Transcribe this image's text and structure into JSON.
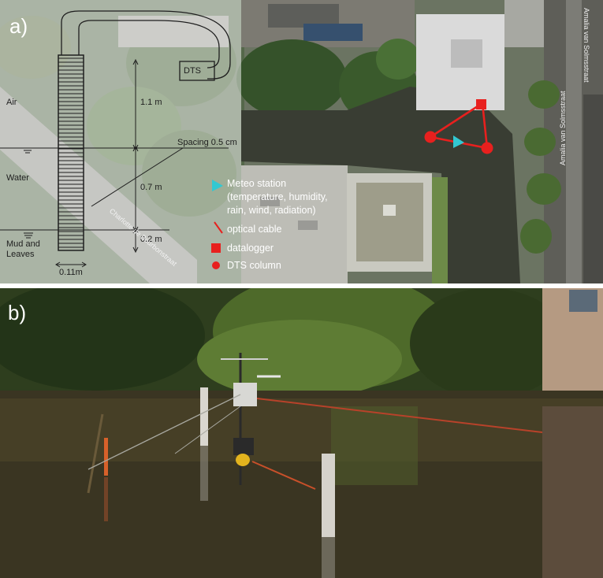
{
  "panels": [
    {
      "label": "a)",
      "diagram": {
        "dts_box": "DTS",
        "layers": [
          "Air",
          "Water",
          "Mud and\nLeaves"
        ],
        "heights": [
          "1.1 m",
          "0.7 m",
          "0.2 m"
        ],
        "spacing": "Spacing 0.5 cm",
        "width": "0.11m"
      },
      "legend": {
        "meteo_title": "Meteo station",
        "meteo_detail1": "(temperature, humidity,",
        "meteo_detail2": "rain, wind, radiation)",
        "optical_cable": "optical cable",
        "datalogger": "datalogger",
        "dts_column": "DTS column"
      },
      "street_labels": [
        "Charlotte de Bourbonstraat",
        "Amalia van Solmsstraat",
        "Amalia van Solmsstraat"
      ],
      "colors": {
        "marker_red": "#e8201e",
        "meteo_cyan": "#32c8d2"
      }
    },
    {
      "label": "b)"
    }
  ]
}
